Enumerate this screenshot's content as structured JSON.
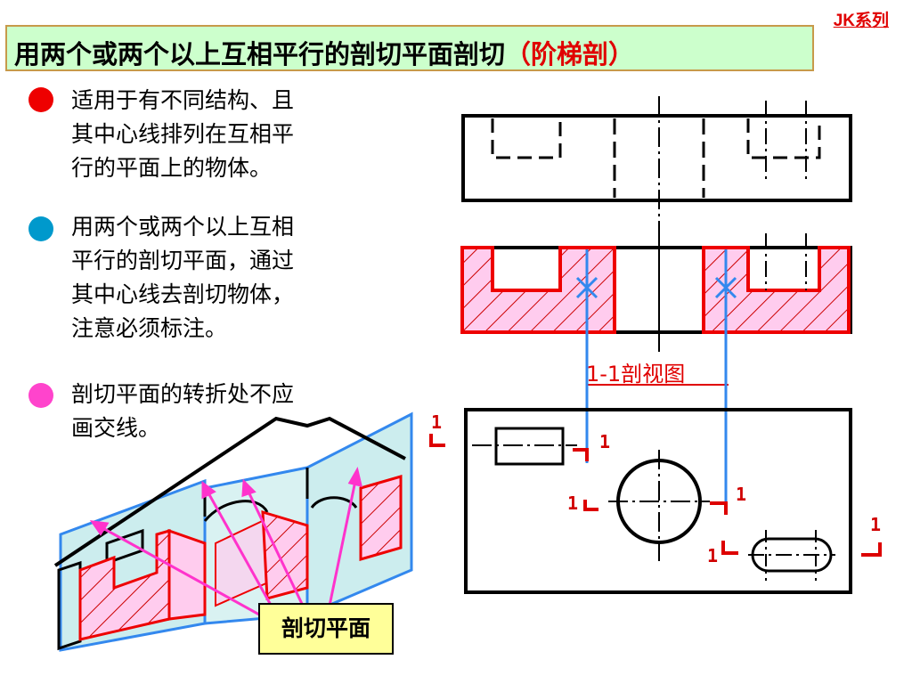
{
  "header": {
    "brand": "JK系列",
    "title_main": "用两个或两个以上互相平行的剖切平面剖切",
    "title_highlight": "（阶梯剖）"
  },
  "bullets": [
    {
      "color": "#ee0000",
      "text": "适用于有不同结构、且\n其中心线排列在互相平\n行的平面上的物体。"
    },
    {
      "color": "#0099cc",
      "text": "用两个或两个以上互相\n平行的剖切平面，通过\n其中心线去剖切物体，\n注意必须标注。"
    },
    {
      "color": "#ff44cc",
      "text": "剖切平面的转折处不应\n画交线。"
    }
  ],
  "drawing": {
    "section_caption": "1-1剖视图",
    "plane_label": "剖切平面",
    "mark": "1"
  },
  "colors": {
    "title_bg": "#ccffcc",
    "accent_red": "#e00000",
    "plane_blue": "#3388ee",
    "hatch_fill": "#ffccee"
  }
}
